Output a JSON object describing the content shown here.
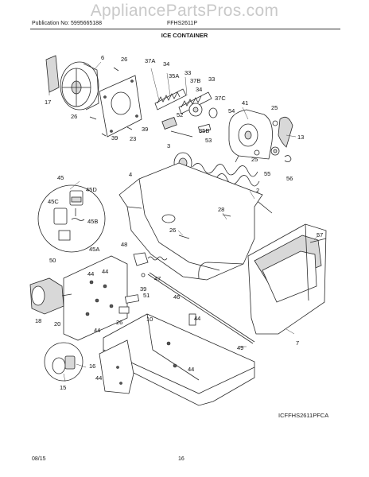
{
  "watermark": "AppliancePartsPros.com",
  "header": {
    "publication": "Publication No: 5995665188",
    "model": "FFHS2611P",
    "section_title": "ICE CONTAINER"
  },
  "callouts": {
    "c6": "6",
    "c26a": "26",
    "c17": "17",
    "c26b": "26",
    "c39a": "39",
    "c39b": "39",
    "c23": "23",
    "c37A": "37A",
    "c34a": "34",
    "c35A": "35A",
    "c33a": "33",
    "c37B": "37B",
    "c33b": "33",
    "c34b": "34",
    "c37C": "37C",
    "c52": "52",
    "c35B": "35B",
    "c53": "53",
    "c54": "54",
    "c41": "41",
    "c25a": "25",
    "c13": "13",
    "c25b": "25",
    "c55": "55",
    "c56": "56",
    "c3": "3",
    "c2": "2",
    "c4": "4",
    "c45": "45",
    "c45C": "45C",
    "c45D": "45D",
    "c45B": "45B",
    "c45A": "45A",
    "c50": "50",
    "c28": "28",
    "c26c": "26",
    "c57": "57",
    "c48": "48",
    "c39c": "39",
    "c47": "47",
    "c44a": "44",
    "c44b": "44",
    "c51": "51",
    "c46": "46",
    "c18": "18",
    "c20": "20",
    "c26d": "26",
    "c10": "10",
    "c44c": "44",
    "c44d": "44",
    "c49": "49",
    "c7": "7",
    "c16": "16",
    "c15": "15",
    "c44e": "44",
    "c44f": "44"
  },
  "drawing_code": "ICFFHS2611PFCA",
  "footer": {
    "date": "08/15",
    "page": "16"
  }
}
